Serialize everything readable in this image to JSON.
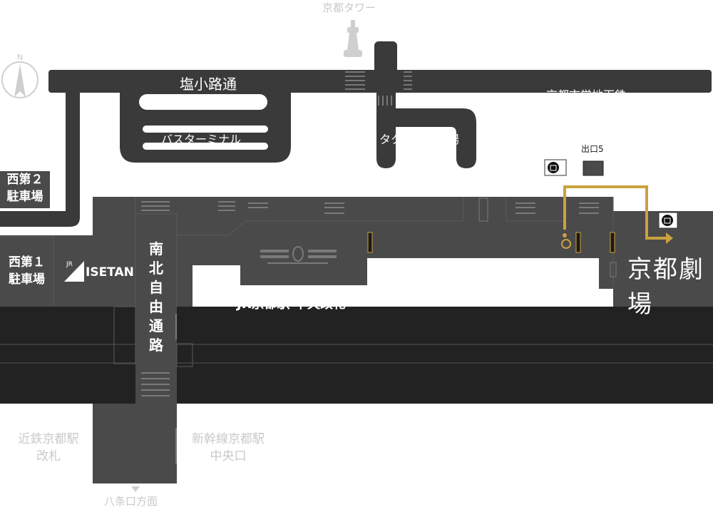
{
  "labels": {
    "kyoto_tower": "京都タワー",
    "shiokoji_dori": "塩小路通",
    "bus_terminal": "バスターミナル",
    "taxi_stand": "タクシー乗り場",
    "subway": "京都市営地下鉄",
    "exit5": "出口5",
    "parking_west2_l1": "西第２",
    "parking_west2_l2": "駐車場",
    "parking_west1_l1": "西第１",
    "parking_west1_l2": "駐車場",
    "isetan_jr": "JR",
    "isetan": "ISETAN",
    "south_north_passage": [
      "南",
      "北",
      "自",
      "由",
      "通",
      "路"
    ],
    "jr_central_gate": "JR京都駅 中央改札",
    "theatre": "京都劇場",
    "kintetsu_l1": "近鉄京都駅",
    "kintetsu_l2": "改札",
    "shinkansen_l1": "新幹線京都駅",
    "shinkansen_l2": "中央口",
    "hachijo": "八条口方面",
    "compass_n": "N"
  },
  "colors": {
    "road": "#3a3a3a",
    "building": "#4a4a4a",
    "track": "#222222",
    "route": "#c9a23f",
    "light_text": "#c9c9c9"
  },
  "icons": {
    "elevator": "elevator-icon",
    "wheelchair": "wheelchair-icon",
    "compass": "compass-icon",
    "tower": "kyoto-tower-icon"
  }
}
